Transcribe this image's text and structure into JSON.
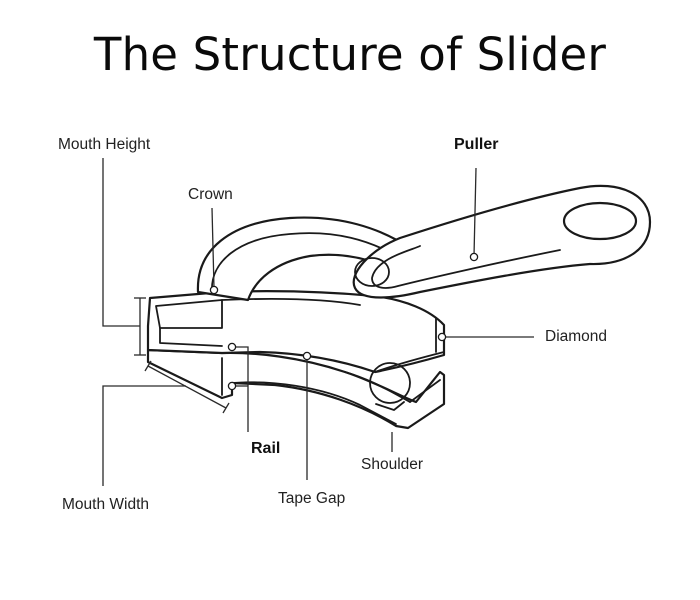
{
  "title": "The Structure of Slider",
  "labels": {
    "mouth_height": "Mouth Height",
    "crown": "Crown",
    "puller": "Puller",
    "diamond": "Diamond",
    "rail": "Rail",
    "shoulder": "Shoulder",
    "mouth_width": "Mouth Width",
    "tape_gap": "Tape Gap"
  },
  "colors": {
    "line": "#1a1a1a",
    "background": "#ffffff",
    "text": "#111111"
  }
}
